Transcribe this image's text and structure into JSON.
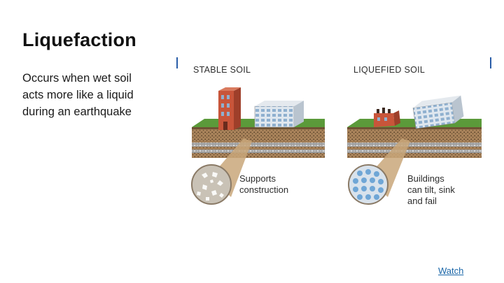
{
  "slide": {
    "title": "Liquefaction",
    "body_lines": [
      "Occurs when wet soil",
      "acts more like a liquid",
      "during an earthquake"
    ],
    "link_label": "Watch"
  },
  "figure": {
    "left_heading": "STABLE SOIL",
    "right_heading": "LIQUEFIED SOIL",
    "left_callout": [
      "Supports",
      "construction"
    ],
    "right_callout": [
      "Buildings",
      "can tilt, sink",
      "and fail"
    ]
  },
  "colors": {
    "grass": "#5b9a3a",
    "brick": "#c8553a",
    "soil": "#a07d55",
    "gravel": "#8d8d8d",
    "water_circle": "#6fa6d6",
    "link": "#1a66a8"
  }
}
